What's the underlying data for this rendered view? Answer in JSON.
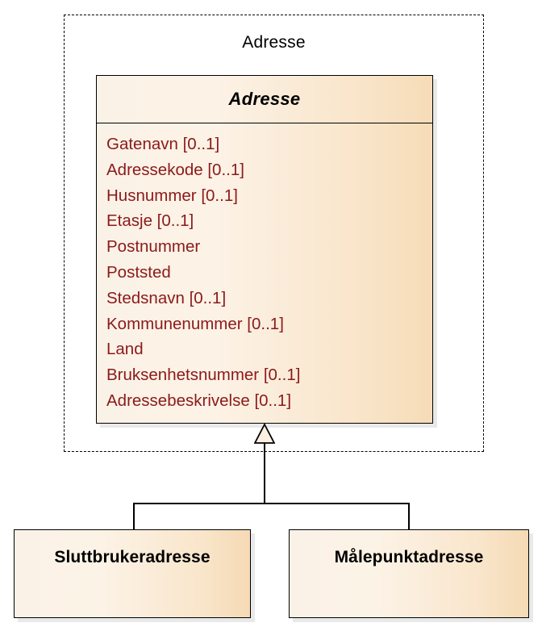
{
  "diagram": {
    "type": "uml-class-diagram",
    "package": {
      "title": "Adresse"
    },
    "base_class": {
      "name": "Adresse",
      "abstract": true,
      "attributes": [
        "Gatenavn [0..1]",
        "Adressekode [0..1]",
        "Husnummer [0..1]",
        "Etasje [0..1]",
        "Postnummer",
        "Poststed",
        "Stedsnavn [0..1]",
        "Kommunenummer [0..1]",
        "Land",
        "Bruksenhetsnummer [0..1]",
        "Adressebeskrivelse [0..1]"
      ]
    },
    "subclasses": [
      {
        "name": "Sluttbrukeradresse"
      },
      {
        "name": "Målepunktadresse"
      }
    ],
    "relationship": "generalization",
    "colors": {
      "attribute_text": "#8B1A1A",
      "class_name_text": "#000000",
      "box_fill_light": "#FBF2E7",
      "box_fill_dark": "#F6DCB8",
      "border": "#000000",
      "shadow": "#E3E3E3"
    }
  }
}
